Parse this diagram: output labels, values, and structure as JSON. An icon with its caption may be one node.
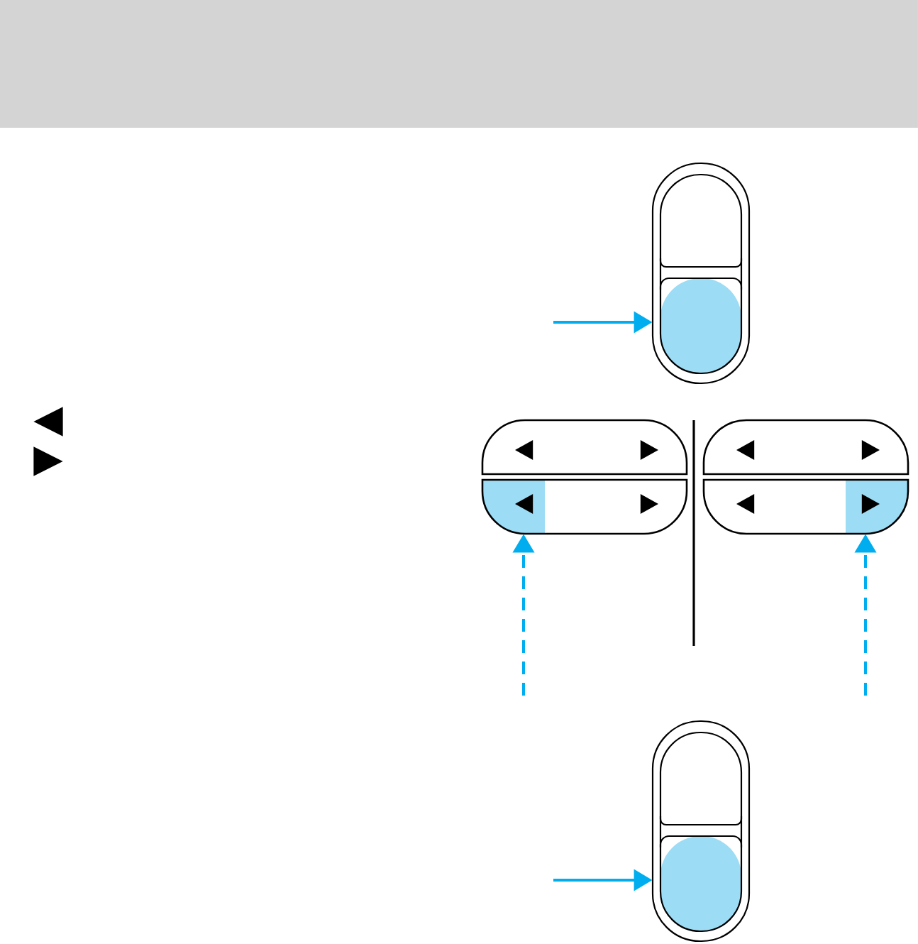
{
  "diagram": {
    "nodes": [
      {
        "text": [],
        "shape": "switch"
      },
      {
        "text": [],
        "shape": "switch"
      },
      {
        "text": [],
        "shape": "switch"
      },
      {
        "text": [],
        "shape": "switch"
      }
    ],
    "edges": [
      {
        "from": null,
        "to": 0,
        "arrow": "to"
      },
      {
        "from": null,
        "to": 1,
        "arrow": "to",
        "style": "dashed"
      },
      {
        "from": null,
        "to": 2,
        "arrow": "to",
        "style": "dashed"
      },
      {
        "from": null,
        "to": 3,
        "arrow": "to"
      }
    ],
    "labels": [
      "◀",
      "▶"
    ]
  }
}
